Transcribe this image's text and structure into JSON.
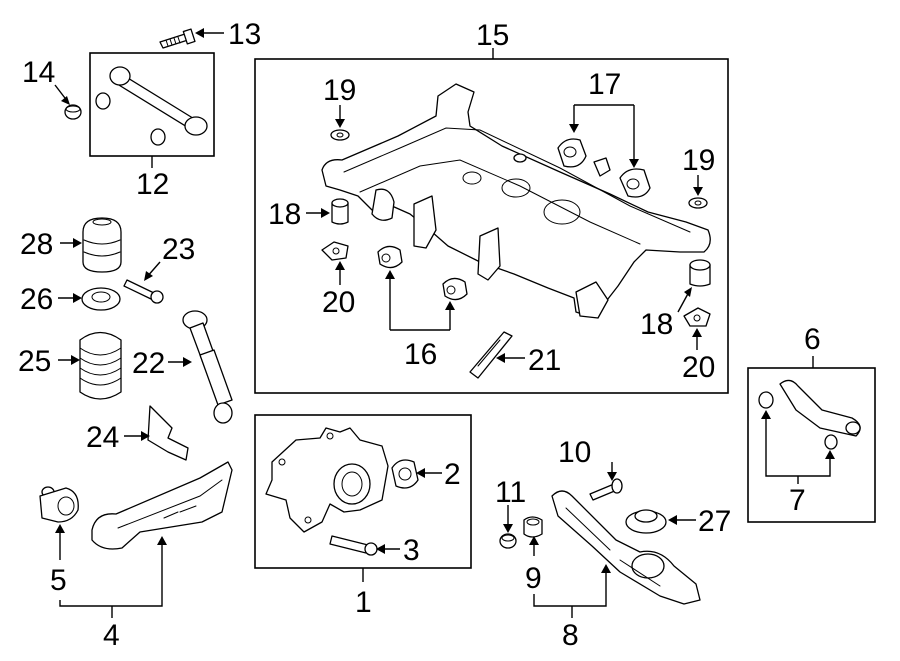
{
  "callouts": {
    "n1": "1",
    "n2": "2",
    "n3": "3",
    "n4": "4",
    "n5": "5",
    "n6": "6",
    "n7": "7",
    "n8": "8",
    "n9": "9",
    "n10": "10",
    "n11": "11",
    "n12": "12",
    "n13": "13",
    "n14": "14",
    "n15": "15",
    "n16": "16",
    "n17": "17",
    "n18a": "18",
    "n18b": "18",
    "n19a": "19",
    "n19b": "19",
    "n20a": "20",
    "n20b": "20",
    "n21": "21",
    "n22": "22",
    "n23": "23",
    "n24": "24",
    "n25": "25",
    "n26": "26",
    "n27": "27",
    "n28": "28"
  }
}
